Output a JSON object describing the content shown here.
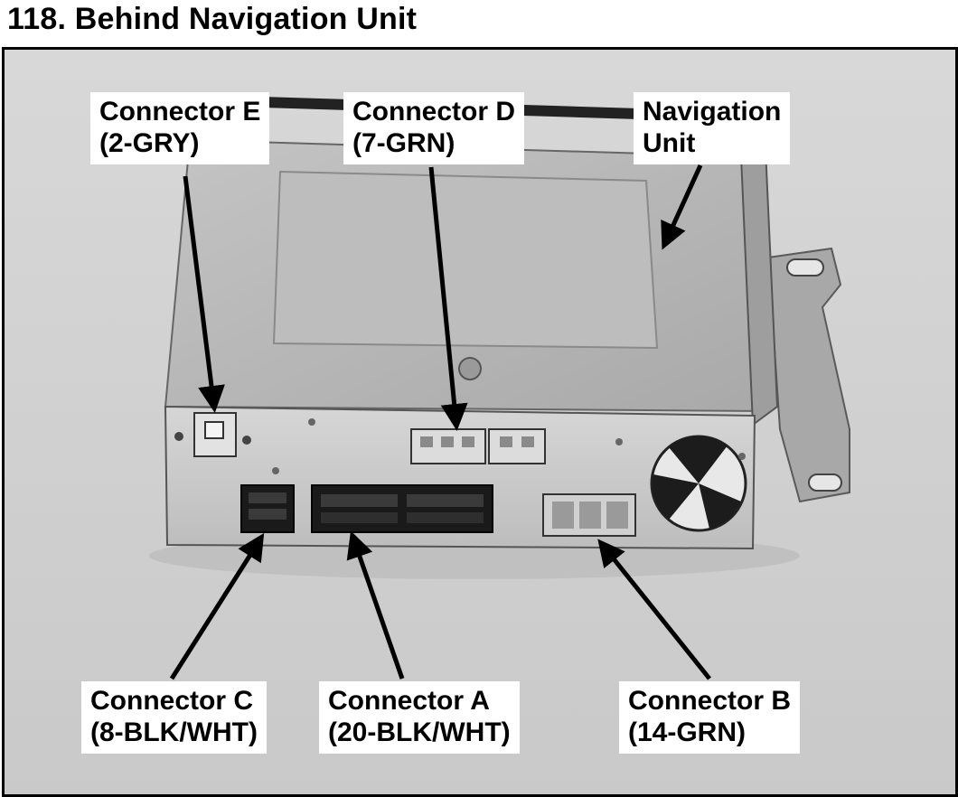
{
  "figure": {
    "number": "118.",
    "title": "Behind Navigation Unit"
  },
  "callouts": {
    "connector_e": {
      "name": "Connector E",
      "spec": "(2-GRY)"
    },
    "connector_d": {
      "name": "Connector D",
      "spec": "(7-GRN)"
    },
    "navigation_unit": {
      "name": "Navigation",
      "spec": "Unit"
    },
    "connector_c": {
      "name": "Connector C",
      "spec": "(8-BLK/WHT)"
    },
    "connector_a": {
      "name": "Connector A",
      "spec": "(20-BLK/WHT)"
    },
    "connector_b": {
      "name": "Connector B",
      "spec": "(14-GRN)"
    }
  },
  "colors": {
    "background": "#d2d2d2",
    "label_fill": "#ffffff",
    "text": "#000000",
    "unit_body": "#b9b9b9",
    "connector_dark": "#1a1a1a"
  }
}
